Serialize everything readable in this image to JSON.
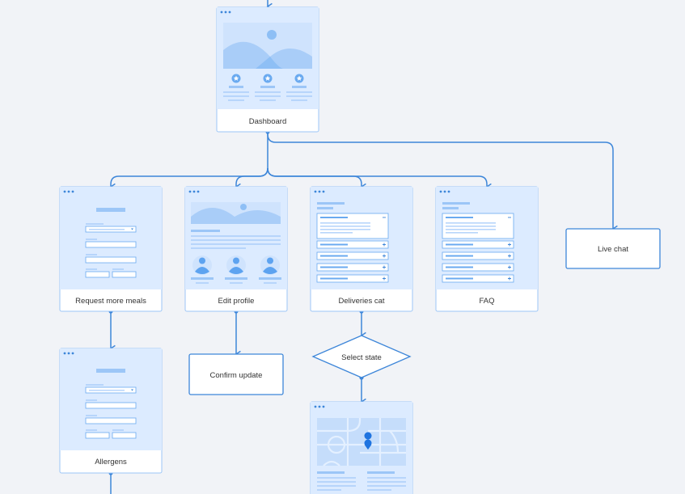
{
  "colors": {
    "accent": "#3d86d9",
    "panel_fill": "#dcebff",
    "panel_mid": "#b7d5fb",
    "panel_dark": "#9cc6f7",
    "marker": "#1f74e0",
    "label_text": "#333333",
    "background": "#f1f3f7"
  },
  "screens": {
    "dashboard": "Dashboard",
    "request_more_meals": "Request more meals",
    "edit_profile": "Edit profile",
    "deliveries_cat": "Deliveries cat",
    "faq": "FAQ",
    "allergens": "Allergens",
    "map_screen": ""
  },
  "nodes": {
    "live_chat": "Live chat",
    "confirm_update": "Confirm update",
    "select_state": "Select state"
  },
  "icons": {
    "window_dots": "window-dots-icon",
    "image": "image-placeholder-icon",
    "star": "star-badge-icon",
    "avatar": "avatar-icon",
    "dropdown": "chevron-down-icon",
    "expand": "plus-icon",
    "collapse": "minus-icon",
    "map_pin": "map-pin-icon"
  }
}
